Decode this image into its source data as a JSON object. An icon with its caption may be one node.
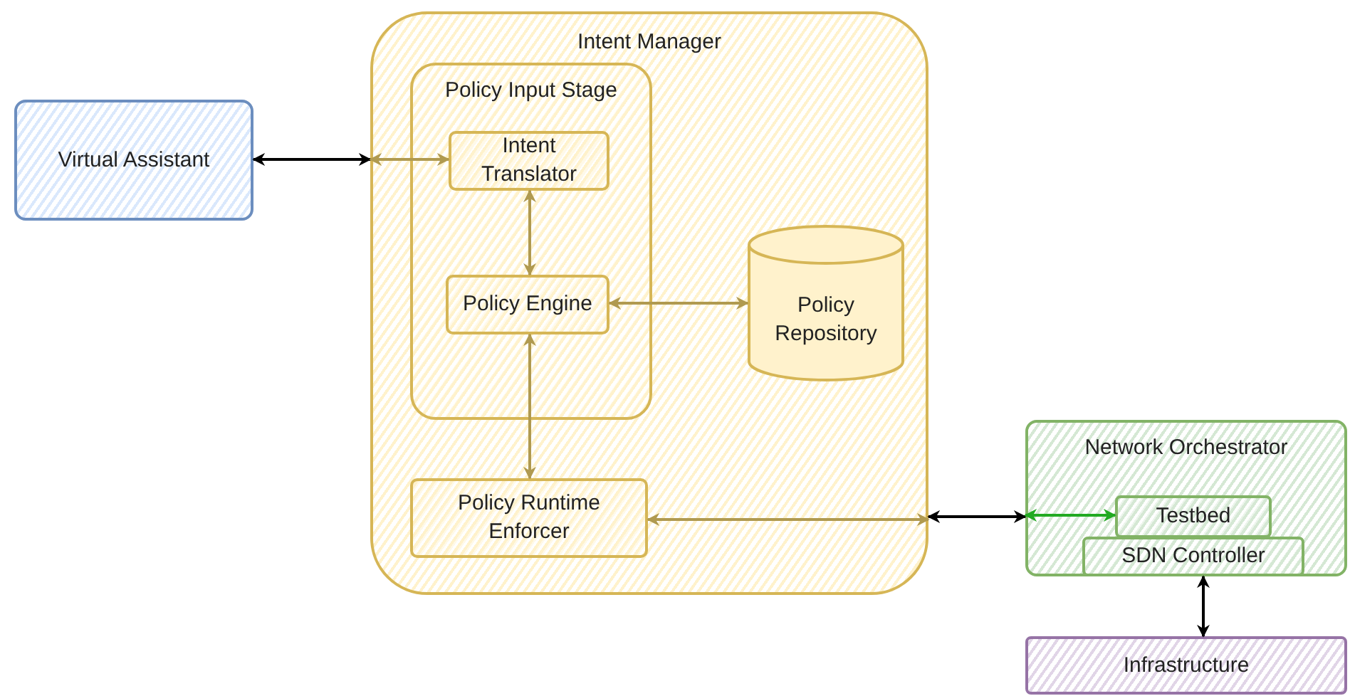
{
  "diagram": {
    "nodes": [
      {
        "text": [
          "Virtual Assistant"
        ]
      },
      {
        "text": [
          "Intent Manager"
        ]
      },
      {
        "text": [
          "Policy Input Stage"
        ],
        "in": 1
      },
      {
        "text": [
          "Intent Translator"
        ],
        "in": 2
      },
      {
        "text": [
          "Policy Engine"
        ],
        "in": 2
      },
      {
        "text": [
          "Policy Repository"
        ],
        "in": 1
      },
      {
        "text": [
          "Policy Runtime Enforcer"
        ],
        "in": 1
      },
      {
        "text": [
          "Network Orchestrator"
        ]
      },
      {
        "text": [
          "Testbed"
        ],
        "in": 7
      },
      {
        "text": [
          "SDN Controller"
        ],
        "in": 7
      },
      {
        "text": [
          "Infrastructure"
        ]
      }
    ],
    "edges": [
      {
        "from": 0,
        "to": 1,
        "arrow": "both",
        "color": "#000000"
      },
      {
        "from": 1,
        "to": 3,
        "arrow": "both"
      },
      {
        "from": 3,
        "to": 4,
        "arrow": "both"
      },
      {
        "from": 4,
        "to": 5,
        "arrow": "both"
      },
      {
        "from": 4,
        "to": 6,
        "arrow": "both"
      },
      {
        "from": 6,
        "to": 1,
        "arrow": "both"
      },
      {
        "from": 1,
        "to": 7,
        "arrow": "both",
        "color": "#000000"
      },
      {
        "from": 7,
        "to": 8,
        "arrow": "both",
        "color": "#22aa22"
      },
      {
        "from": 9,
        "to": 10,
        "arrow": "both",
        "color": "#000000"
      }
    ]
  }
}
